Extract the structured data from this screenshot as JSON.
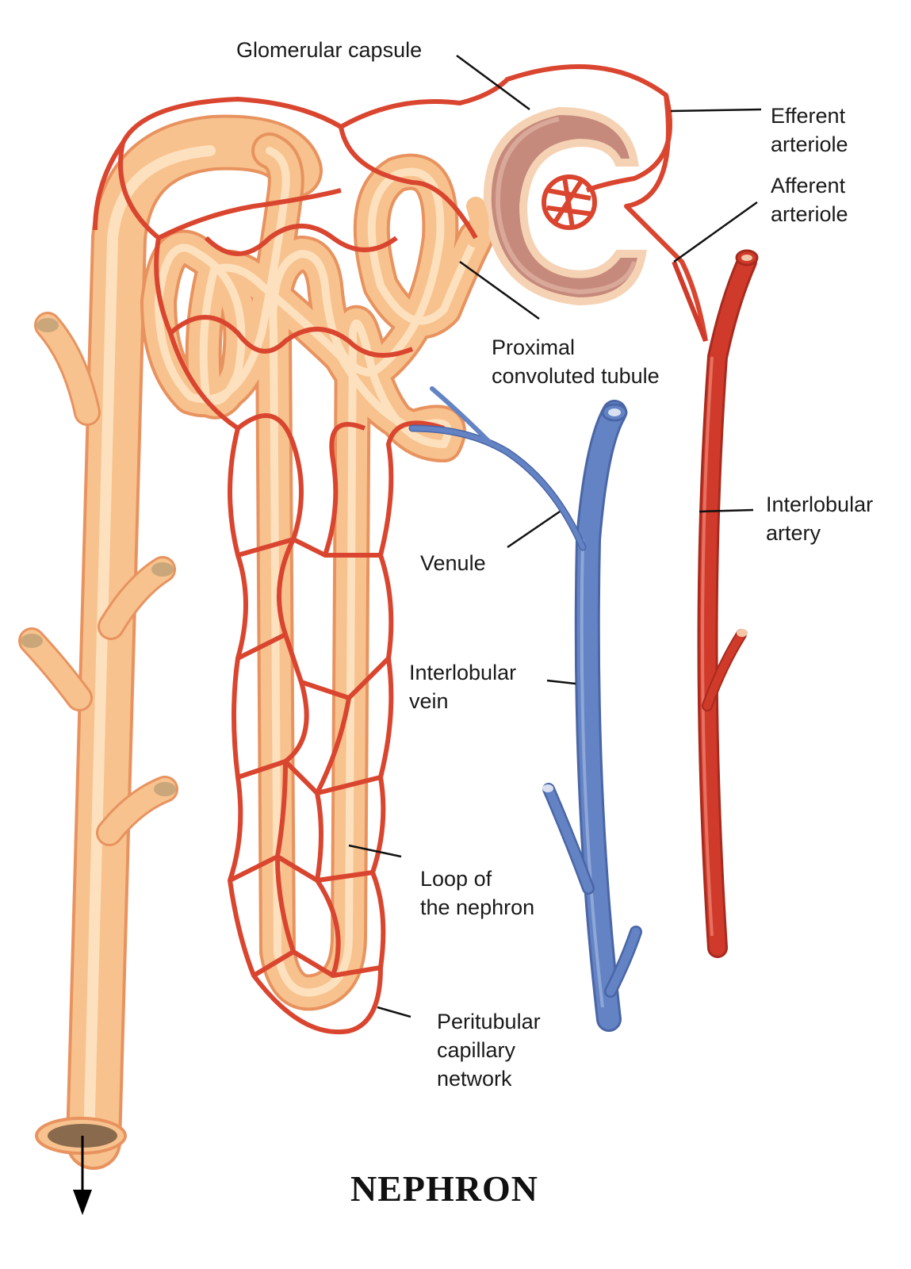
{
  "title": "NEPHRON",
  "labels": {
    "glomerular_capsule": "Glomerular capsule",
    "efferent_arteriole": [
      "Efferent",
      "arteriole"
    ],
    "afferent_arteriole": [
      "Afferent",
      "arteriole"
    ],
    "proximal_convoluted_tubule": [
      "Proximal",
      "convoluted tubule"
    ],
    "interlobular_artery": [
      "Interlobular",
      "artery"
    ],
    "venule": "Venule",
    "interlobular_vein": [
      "Interlobular",
      "vein"
    ],
    "loop_of_nephron": [
      "Loop of",
      "the nephron"
    ],
    "peritubular_capillary_network": [
      "Peritubular",
      "capillary",
      "network"
    ]
  },
  "colors": {
    "tubule_fill": "#f7c28e",
    "tubule_highlight": "#fde0bd",
    "tubule_edge": "#e8935f",
    "capillary": "#d9452f",
    "artery": "#d03a2a",
    "vein": "#5f7fc0",
    "capsule": "#c58a7c"
  }
}
